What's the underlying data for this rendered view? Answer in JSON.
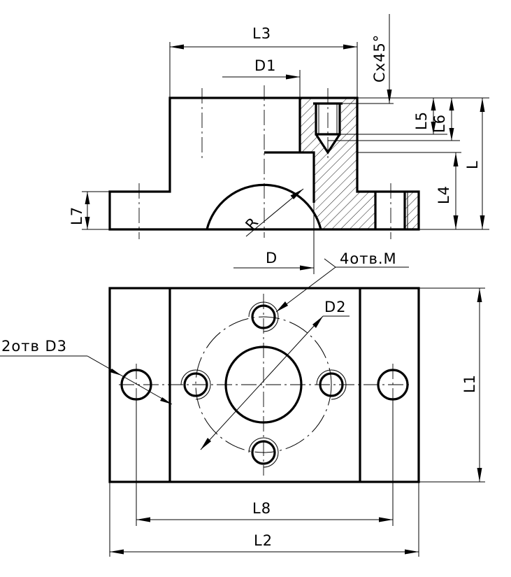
{
  "labels": {
    "L3": "L3",
    "D1": "D1",
    "chamfer": "Cx45°",
    "L5": "L5",
    "L6": "L6",
    "L": "L",
    "L4": "L4",
    "L7": "L7",
    "R": "R",
    "D": "D",
    "holes_M": "4отв.M",
    "D2": "D2",
    "holes_D3": "2отв D3",
    "L1": "L1",
    "L8": "L8",
    "L2": "L2"
  }
}
